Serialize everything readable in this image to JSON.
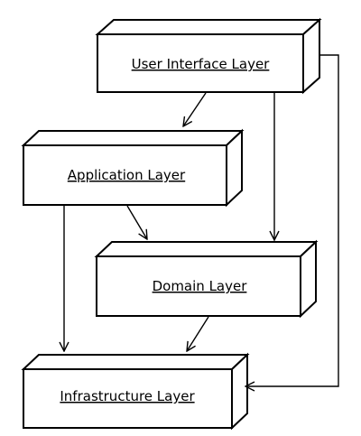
{
  "diagram": {
    "layers": {
      "user_interface": "User Interface Layer",
      "application": "Application Layer",
      "domain": "Domain Layer",
      "infrastructure": "Infrastructure Layer"
    }
  },
  "colors": {
    "stroke": "#000000",
    "fill": "#ffffff",
    "text": "#000000"
  }
}
